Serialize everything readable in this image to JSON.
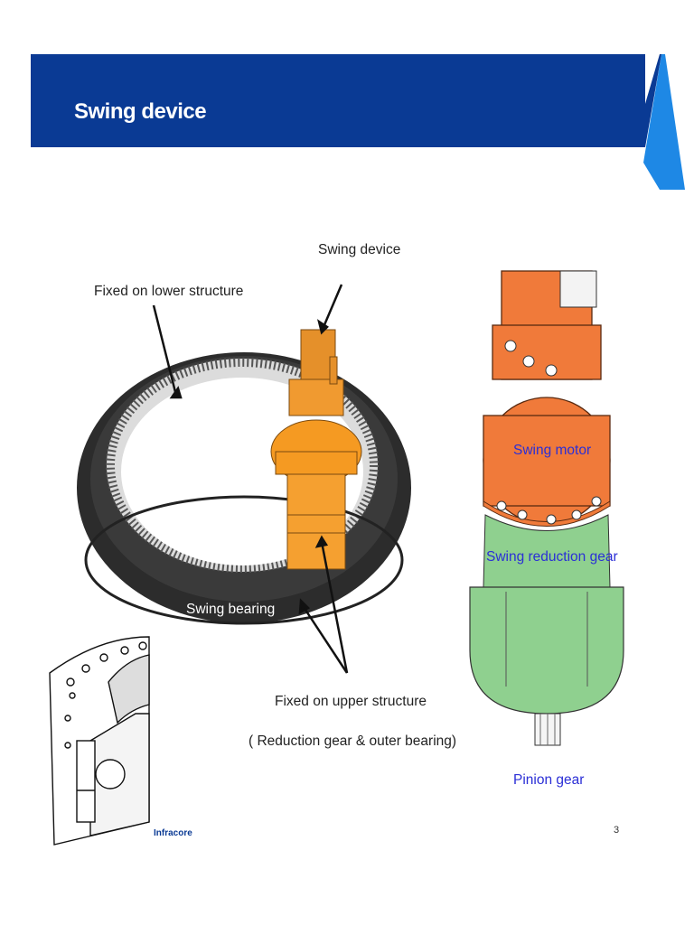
{
  "header": {
    "title": "Swing device"
  },
  "labels": {
    "swing_device": "Swing device",
    "fixed_lower": "Fixed on lower structure",
    "swing_bearing": "Swing bearing",
    "fixed_upper_line1": "Fixed on upper structure",
    "fixed_upper_line2": "( Reduction gear & outer bearing)",
    "swing_motor": "Swing motor",
    "swing_reduction_gear": "Swing reduction gear",
    "pinion_gear": "Pinion gear"
  },
  "footer": {
    "logo": "Infracore",
    "page_number": "3"
  },
  "colors": {
    "header_blue": "#0a3a94",
    "accent_blue": "#1e88e5",
    "motor_orange": "#f07a3a",
    "gear_green": "#8fd08f",
    "device_orange": "#f59a22",
    "label_blue": "#2b2fd6"
  }
}
